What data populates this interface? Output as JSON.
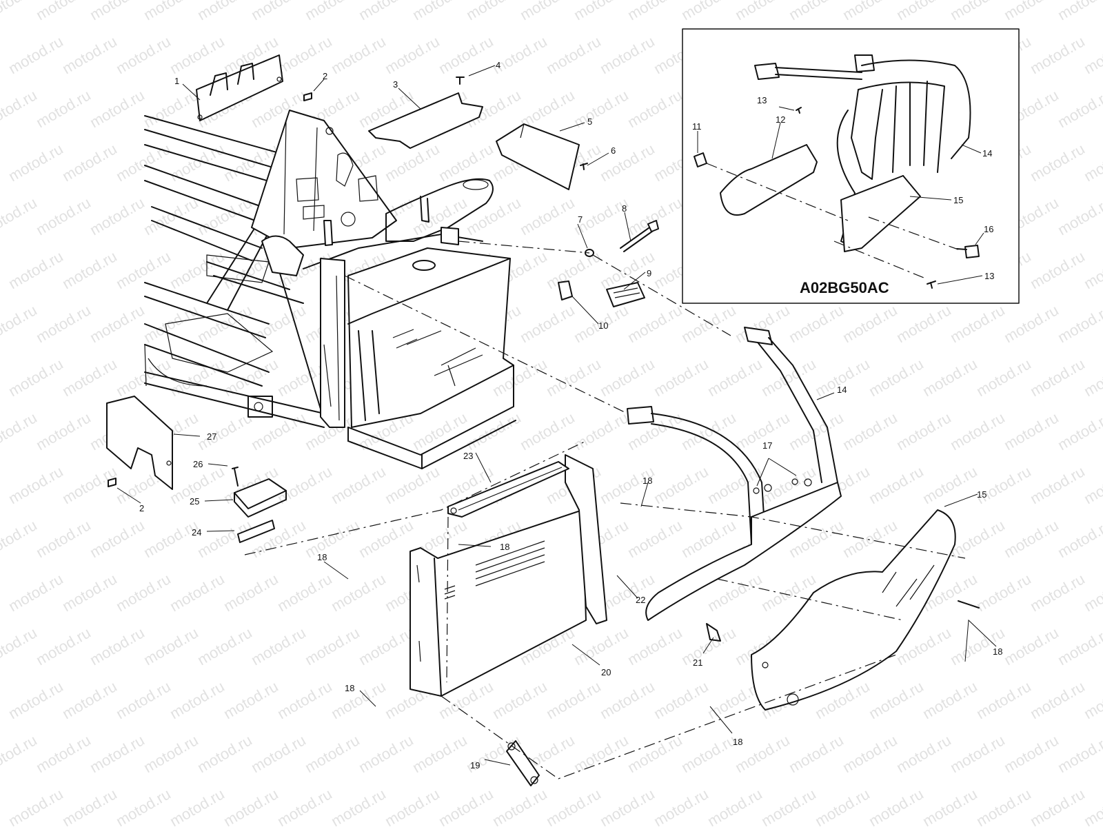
{
  "diagram": {
    "inset_code": "A02BG50AC",
    "watermark": "motod.ru",
    "callouts": [
      {
        "id": "c1",
        "text": "1"
      },
      {
        "id": "c2a",
        "text": "2"
      },
      {
        "id": "c3",
        "text": "3"
      },
      {
        "id": "c4",
        "text": "4"
      },
      {
        "id": "c5",
        "text": "5"
      },
      {
        "id": "c6",
        "text": "6"
      },
      {
        "id": "c7",
        "text": "7"
      },
      {
        "id": "c8",
        "text": "8"
      },
      {
        "id": "c9",
        "text": "9"
      },
      {
        "id": "c10",
        "text": "10"
      },
      {
        "id": "c14",
        "text": "14"
      },
      {
        "id": "c15",
        "text": "15"
      },
      {
        "id": "c17",
        "text": "17"
      },
      {
        "id": "c18a",
        "text": "18"
      },
      {
        "id": "c18b",
        "text": "18"
      },
      {
        "id": "c18c",
        "text": "18"
      },
      {
        "id": "c18d",
        "text": "18"
      },
      {
        "id": "c18e",
        "text": "18"
      },
      {
        "id": "c18f",
        "text": "18"
      },
      {
        "id": "c19",
        "text": "19"
      },
      {
        "id": "c20",
        "text": "20"
      },
      {
        "id": "c21",
        "text": "21"
      },
      {
        "id": "c22",
        "text": "22"
      },
      {
        "id": "c23",
        "text": "23"
      },
      {
        "id": "c24",
        "text": "24"
      },
      {
        "id": "c25",
        "text": "25"
      },
      {
        "id": "c26",
        "text": "26"
      },
      {
        "id": "c27",
        "text": "27"
      },
      {
        "id": "c2b",
        "text": "2"
      },
      {
        "id": "i11",
        "text": "11"
      },
      {
        "id": "i12",
        "text": "12"
      },
      {
        "id": "i13a",
        "text": "13"
      },
      {
        "id": "i14",
        "text": "14"
      },
      {
        "id": "i15",
        "text": "15"
      },
      {
        "id": "i16",
        "text": "16"
      },
      {
        "id": "i13b",
        "text": "13"
      }
    ]
  }
}
